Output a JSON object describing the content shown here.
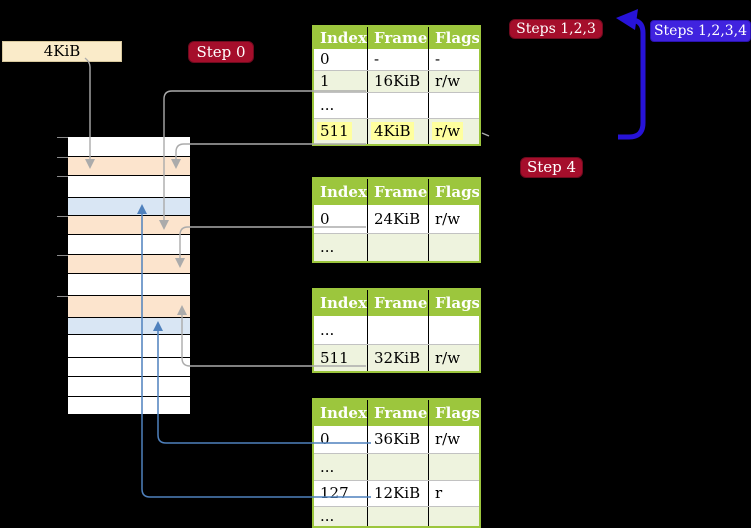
{
  "title": "Four-level page table translation with recursive mapping",
  "colors": {
    "background": "#000000",
    "table_header_green": "#9cc63d",
    "table_row_green": "#eef3de",
    "row_separator": "#c2c2c2",
    "highlight_yellow": "#ffff9e",
    "label_red": "#a50e2b",
    "label_blue": "#4023df",
    "thick_arrow_blue": "#2713d8",
    "connector_gray": "#ababab",
    "connector_blue": "#4f81bd",
    "memory_peach": "#fce4cd",
    "memory_blue": "#d9e6f4",
    "memory_white": "#ffffff",
    "frame_box_bg": "#faebc9",
    "tick_gray": "#8c8c8c"
  },
  "labels": {
    "frame_box": "4KiB",
    "step0": "Step 0",
    "steps123": "Steps 1,2,3",
    "steps1234": "Steps 1,2,3,4",
    "step4": "Step 4"
  },
  "tables": [
    {
      "name": "page-table-top",
      "headers": [
        "Index",
        "Frame",
        "Flags"
      ],
      "rows": [
        {
          "cells": [
            "0",
            "-",
            "-"
          ],
          "shaded": false,
          "highlight": false
        },
        {
          "cells": [
            "1",
            "16KiB",
            "r/w"
          ],
          "shaded": true,
          "highlight": false
        },
        {
          "cells": [
            "...",
            "",
            ""
          ],
          "shaded": false,
          "highlight": false
        },
        {
          "cells": [
            "511",
            "4KiB",
            "r/w"
          ],
          "shaded": true,
          "highlight": true
        }
      ]
    },
    {
      "name": "page-table-second",
      "headers": [
        "Index",
        "Frame",
        "Flags"
      ],
      "rows": [
        {
          "cells": [
            "0",
            "24KiB",
            "r/w"
          ],
          "shaded": false,
          "highlight": false
        },
        {
          "cells": [
            "...",
            "",
            ""
          ],
          "shaded": true,
          "highlight": false
        }
      ]
    },
    {
      "name": "page-table-third",
      "headers": [
        "Index",
        "Frame",
        "Flags"
      ],
      "rows": [
        {
          "cells": [
            "...",
            "",
            ""
          ],
          "shaded": false,
          "highlight": false
        },
        {
          "cells": [
            "511",
            "32KiB",
            "r/w"
          ],
          "shaded": true,
          "highlight": false
        }
      ]
    },
    {
      "name": "page-table-bottom",
      "headers": [
        "Index",
        "Frame",
        "Flags"
      ],
      "rows": [
        {
          "cells": [
            "0",
            "36KiB",
            "r/w"
          ],
          "shaded": false,
          "highlight": false
        },
        {
          "cells": [
            "...",
            "",
            ""
          ],
          "shaded": true,
          "highlight": false
        },
        {
          "cells": [
            "127",
            "12KiB",
            "r"
          ],
          "shaded": false,
          "highlight": false
        },
        {
          "cells": [
            "...",
            "",
            ""
          ],
          "shaded": true,
          "highlight": false
        }
      ]
    }
  ],
  "memory_column": {
    "rows": [
      "white",
      "peach",
      "white",
      "blue",
      "peach",
      "white",
      "peach",
      "white",
      "peach",
      "blue",
      "white",
      "white",
      "white",
      "white"
    ]
  }
}
